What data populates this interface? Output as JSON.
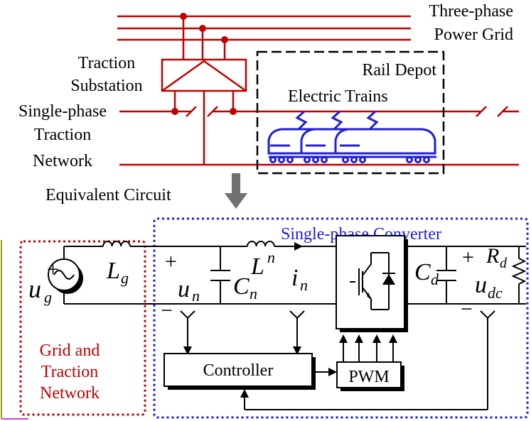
{
  "colors": {
    "grid": "#c00000",
    "train": "#1f1fd6",
    "converter_box": "#1a1ae6",
    "grid_box": "#c00000",
    "wire": "#000000",
    "arrow": "#707070"
  },
  "top": {
    "power_grid_label_line1": "Three-phase",
    "power_grid_label_line2": "Power Grid",
    "substation_label_line1": "Traction",
    "substation_label_line2": "Substation",
    "network_label_line1": "Single-phase",
    "network_label_line2": "Traction",
    "network_label_line3": "Network",
    "depot_label": "Rail Depot",
    "trains_label": "Electric Trains",
    "equivalent_label": "Equivalent Circuit"
  },
  "bottom": {
    "converter_title": "Single-phase Converter",
    "grid_box_line1": "Grid and",
    "grid_box_line2": "Traction",
    "grid_box_line3": "Network",
    "controller_label": "Controller",
    "pwm_label": "PWM",
    "ug": "u",
    "ug_sub": "g",
    "Lg": "L",
    "Lg_sub": "g",
    "un": "u",
    "un_sub": "n",
    "Cn": "C",
    "Cn_sub": "n",
    "Ln": "L",
    "Ln_sub": "n",
    "in": "i",
    "in_sub": "n",
    "Cd": "C",
    "Cd_sub": "d",
    "Rd": "R",
    "Rd_sub": "d",
    "udc": "u",
    "udc_sub": "dc",
    "plus": "+",
    "minus": "−"
  }
}
